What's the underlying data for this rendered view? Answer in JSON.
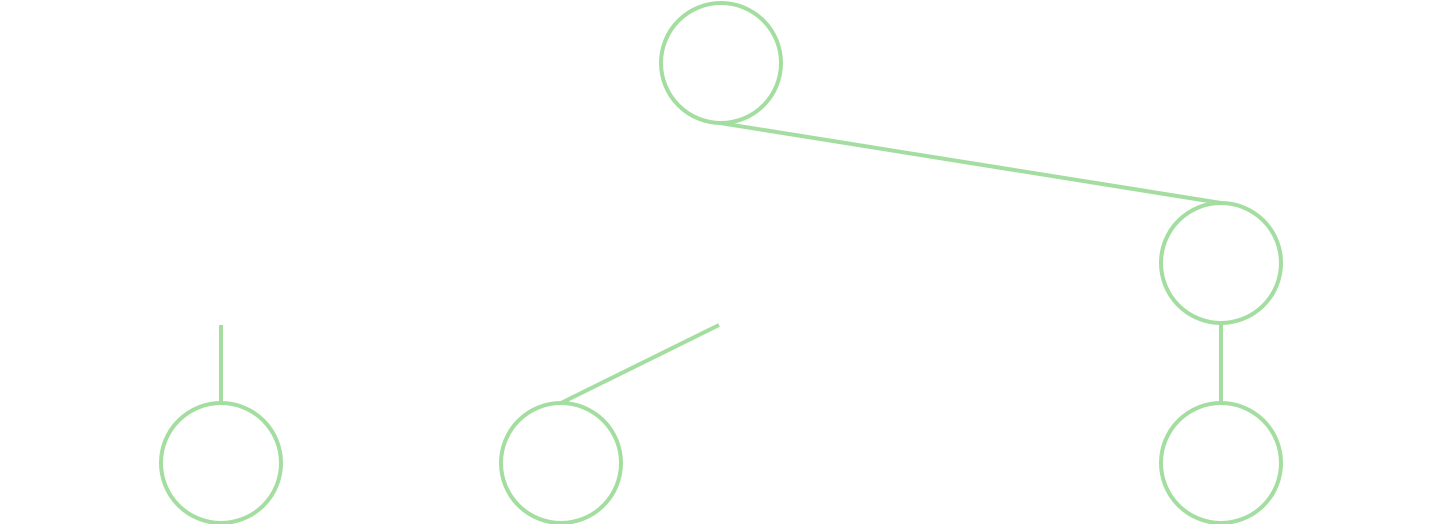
{
  "diagram": {
    "type": "tree",
    "stroke_color": "#a3dea0",
    "background_color": "#ffffff",
    "nodes": [
      {
        "id": "root",
        "label": ""
      },
      {
        "id": "right-child",
        "label": ""
      },
      {
        "id": "left-leaf",
        "label": ""
      },
      {
        "id": "middle-leaf",
        "label": ""
      },
      {
        "id": "right-leaf",
        "label": ""
      }
    ],
    "edges": [
      {
        "from": "root",
        "to": "right-child"
      },
      {
        "from": "right-child",
        "to": "right-leaf"
      },
      {
        "from": "",
        "to": "left-leaf"
      },
      {
        "from": "",
        "to": "middle-leaf"
      }
    ]
  }
}
